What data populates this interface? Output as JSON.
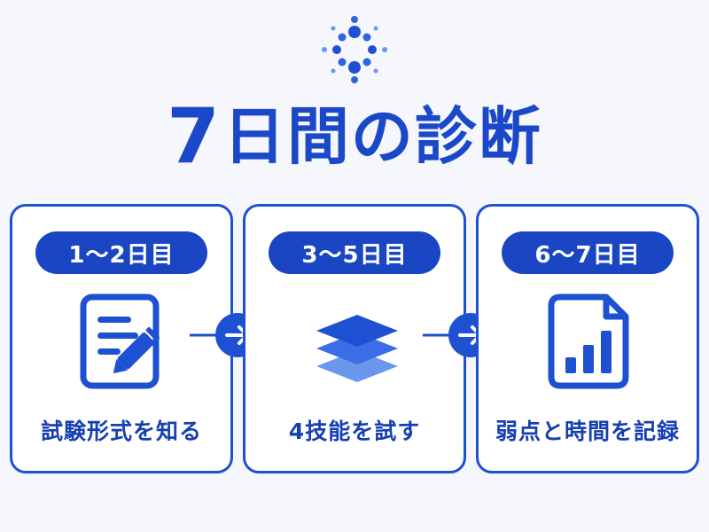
{
  "title": {
    "number": "7",
    "text": "日間の診断"
  },
  "steps": [
    {
      "badge": "1〜2日目",
      "label": "試験形式を知る",
      "icon": "document-edit-icon"
    },
    {
      "badge": "3〜5日目",
      "label": "4技能を試す",
      "icon": "layers-icon"
    },
    {
      "badge": "6〜7日目",
      "label": "弱点と時間を記録",
      "icon": "bar-chart-document-icon"
    }
  ],
  "connectors": [
    {
      "icon": "arrow-right-icon"
    },
    {
      "icon": "arrow-right-icon"
    }
  ],
  "colors": {
    "primary": "#1e50d2",
    "primary_dark": "#1a46c4",
    "text": "#163fb4",
    "light_blue": "#6b96ee",
    "background": "#f5f7fc"
  }
}
